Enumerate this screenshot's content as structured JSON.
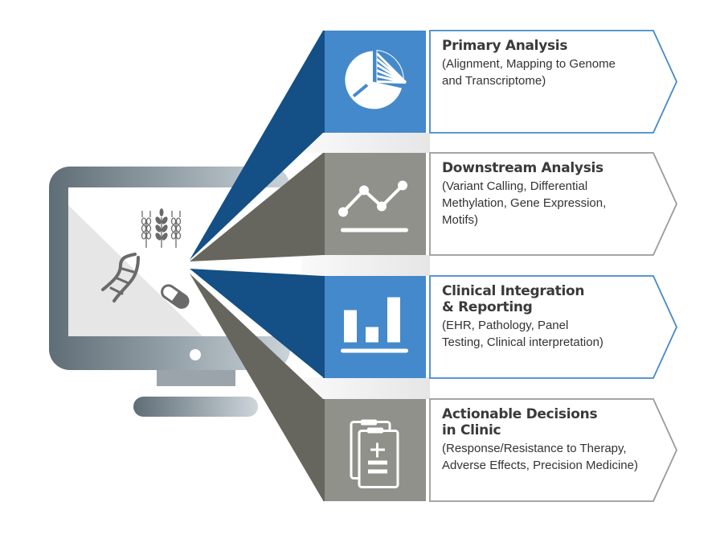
{
  "colors": {
    "blue_dark": "#144f85",
    "blue_light": "#4489cb",
    "gray_dark": "#66665f",
    "gray_light": "#91918b",
    "monitor_dark": "#5f6d76",
    "monitor_light": "#c9d3d9",
    "icon_gray": "#6a6a6a"
  },
  "monitor": {
    "icons": [
      "wheat-icon",
      "dna-icon",
      "pill-icon"
    ]
  },
  "steps": [
    {
      "title_lines": [
        "Primary Analysis"
      ],
      "desc_lines": [
        "(Alignment, Mapping to Genome",
        "and Transcriptome)"
      ],
      "icon": "pie-chart-icon",
      "theme": "blue"
    },
    {
      "title_lines": [
        "Downstream Analysis"
      ],
      "desc_lines": [
        "(Variant Calling, Differential",
        "Methylation, Gene Expression,",
        "Motifs)"
      ],
      "icon": "line-chart-icon",
      "theme": "gray"
    },
    {
      "title_lines": [
        "Clinical Integration",
        "& Reporting"
      ],
      "desc_lines": [
        "(EHR, Pathology, Panel",
        "Testing, Clinical interpretation)"
      ],
      "icon": "bar-chart-icon",
      "theme": "blue"
    },
    {
      "title_lines": [
        "Actionable Decisions",
        "in Clinic"
      ],
      "desc_lines": [
        "(Response/Resistance to Therapy,",
        "Adverse Effects, Precision Medicine)"
      ],
      "icon": "clipboard-icon",
      "theme": "gray"
    }
  ]
}
